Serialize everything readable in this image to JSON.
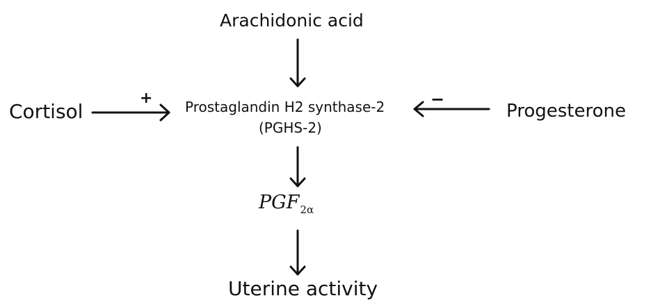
{
  "nodes": {
    "arachidonic_acid": "Arachidonic acid",
    "cortisol": "Cortisol",
    "enzyme_line1": "Prostaglandin H2 synthase-2",
    "enzyme_line2": "(PGHS-2)",
    "progesterone": "Progesterone",
    "pgf_main": "PGF",
    "pgf_sub": "2α",
    "uterine_activity": "Uterine activity"
  },
  "signs": {
    "cortisol_effect": "+",
    "progesterone_effect": "−"
  }
}
